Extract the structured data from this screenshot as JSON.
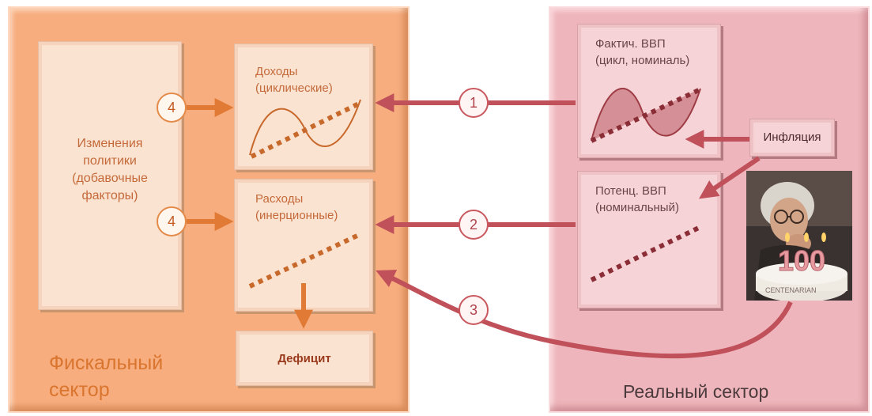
{
  "fiscal_sector": {
    "label": "Фискальный\nсектор",
    "policy_box": "Изменения\nполитики\n(добавочные\nфакторы)",
    "income_box": "Доходы\n(циклические)",
    "expense_box": "Расходы\n(инерционные)",
    "deficit_box": "Дефицит"
  },
  "real_sector": {
    "label": "Реальный сектор",
    "actual_gdp_box": "Фактич. ВВП\n(цикл, номиналь)",
    "potential_gdp_box": "Потенц. ВВП\n(номинальный)",
    "inflation_box": "Инфляция",
    "photo_candles": "100",
    "photo_cake_text": "CENTENARIAN"
  },
  "links": {
    "link_1": "1",
    "link_2": "2",
    "link_3": "3",
    "link_4a": "4",
    "link_4b": "4"
  },
  "colors": {
    "fiscal_panel": "#f7ad7e",
    "real_panel": "#eeb6bc",
    "orange_arrow": "#e07a35",
    "red_arrow": "#c0505a"
  }
}
